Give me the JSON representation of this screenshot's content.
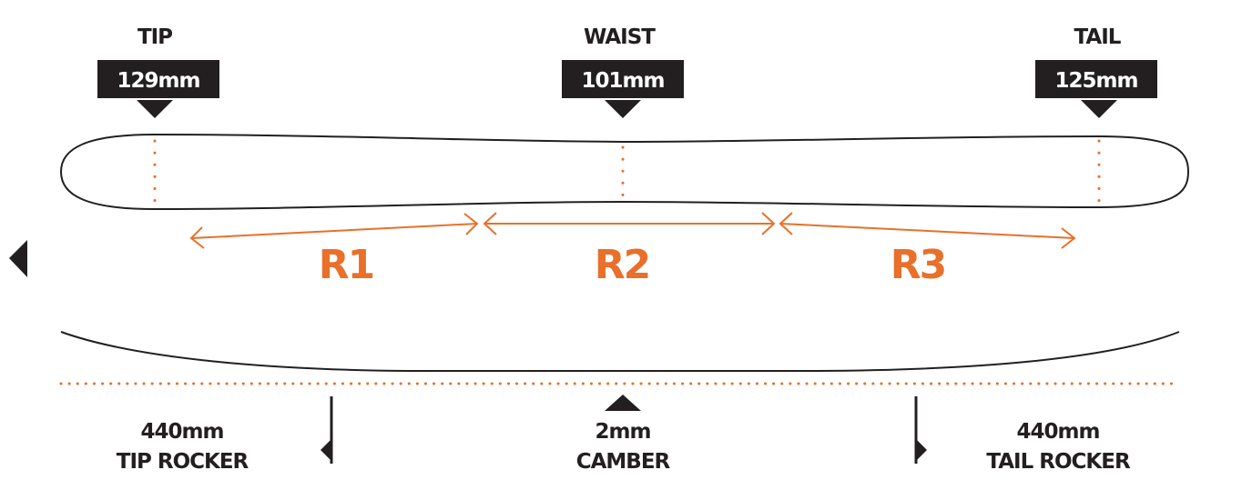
{
  "colors": {
    "accent": "#e8702a",
    "dark": "#231f20"
  },
  "widths": [
    {
      "label": "TIP",
      "value": "129mm"
    },
    {
      "label": "WAIST",
      "value": "101mm"
    },
    {
      "label": "TAIL",
      "value": "125mm"
    }
  ],
  "radii": [
    "R1",
    "R2",
    "R3"
  ],
  "profile": [
    {
      "value": "440mm",
      "label": "TIP ROCKER"
    },
    {
      "value": "2mm",
      "label": "CAMBER"
    },
    {
      "value": "440mm",
      "label": "TAIL ROCKER"
    }
  ]
}
